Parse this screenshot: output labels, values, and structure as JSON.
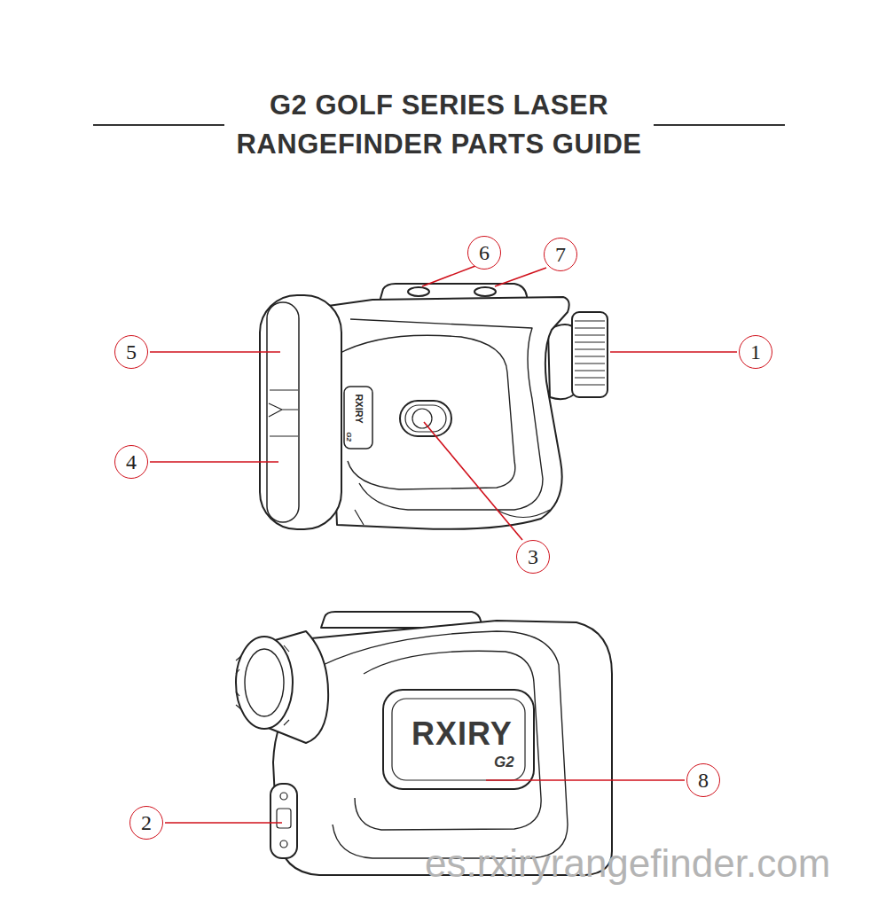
{
  "diagram": {
    "title": "G2 GOLF SERIES LASER RANGEFINDER PARTS GUIDE",
    "nodes": [
      {
        "text": [
          "6"
        ]
      },
      {
        "text": [
          "7"
        ]
      },
      {
        "text": [
          "5"
        ]
      },
      {
        "text": [
          "1"
        ]
      },
      {
        "text": [
          "4"
        ]
      },
      {
        "text": [
          "3"
        ]
      },
      {
        "text": [
          "8"
        ]
      },
      {
        "text": [
          "2"
        ]
      }
    ],
    "labels": [
      "RXIRY",
      "G2",
      "RXIRY",
      "G2",
      "es.rxiryrangefinder.com"
    ]
  }
}
